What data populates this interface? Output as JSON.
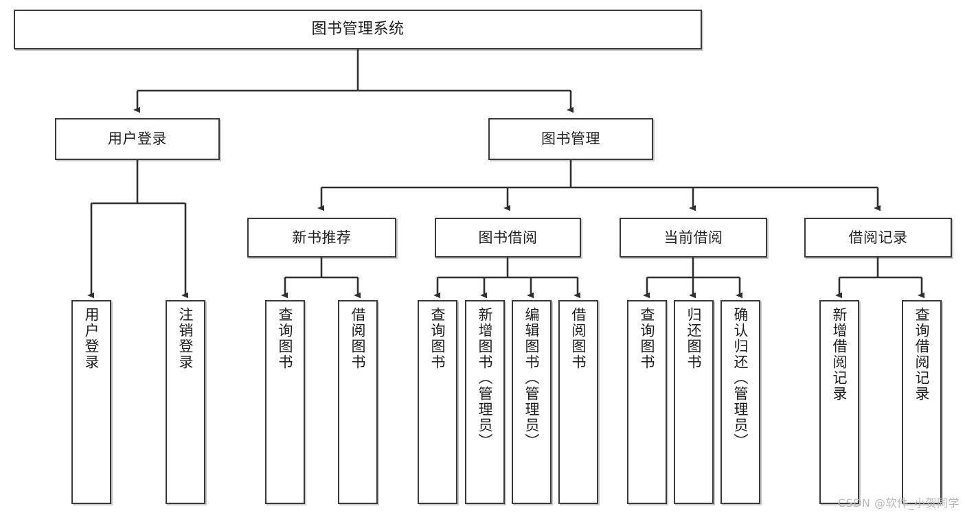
{
  "diagram": {
    "type": "tree",
    "title": "图书管理系统",
    "style": {
      "background": "#ffffff",
      "node_fill": "#ffffff",
      "node_stroke": "#3a3a3a",
      "edge_color": "#2f2f2f",
      "text_color": "#1e1e1e",
      "watermark_color": "#b9b9b9"
    },
    "root": {
      "label": "图书管理系统",
      "name": "node-root"
    },
    "level2": [
      {
        "name": "node-user-login",
        "label": "用户登录"
      },
      {
        "name": "node-book-management",
        "label": "图书管理"
      }
    ],
    "level3": [
      {
        "name": "node-new-book-recommend",
        "label": "新书推荐"
      },
      {
        "name": "node-book-borrow",
        "label": "图书借阅"
      },
      {
        "name": "node-current-borrow",
        "label": "当前借阅"
      },
      {
        "name": "node-borrow-record",
        "label": "借阅记录"
      }
    ],
    "leaves": {
      "user_login": [
        {
          "name": "leaf-user-login",
          "label": "用户登录"
        },
        {
          "name": "leaf-logout-login",
          "label": "注销登录"
        }
      ],
      "new_book_recommend": [
        {
          "name": "leaf-query-books-1",
          "label": "查询图书"
        },
        {
          "name": "leaf-borrow-books-1",
          "label": "借阅图书"
        }
      ],
      "book_borrow": [
        {
          "name": "leaf-query-books-2",
          "label": "查询图书"
        },
        {
          "name": "leaf-add-book-admin",
          "label": "新增图书（管理员）"
        },
        {
          "name": "leaf-edit-book-admin",
          "label": "编辑图书（管理员）"
        },
        {
          "name": "leaf-borrow-books-2",
          "label": "借阅图书"
        }
      ],
      "current_borrow": [
        {
          "name": "leaf-query-books-3",
          "label": "查询图书"
        },
        {
          "name": "leaf-return-books",
          "label": "归还图书"
        },
        {
          "name": "leaf-confirm-return-admin",
          "label": "确认归还（管理员）"
        }
      ],
      "borrow_record": [
        {
          "name": "leaf-add-borrow-record",
          "label": "新增借阅记录"
        },
        {
          "name": "leaf-query-borrow-record",
          "label": "查询借阅记录"
        }
      ]
    }
  },
  "watermark": {
    "text": "CSDN @软件_小贺同学"
  }
}
